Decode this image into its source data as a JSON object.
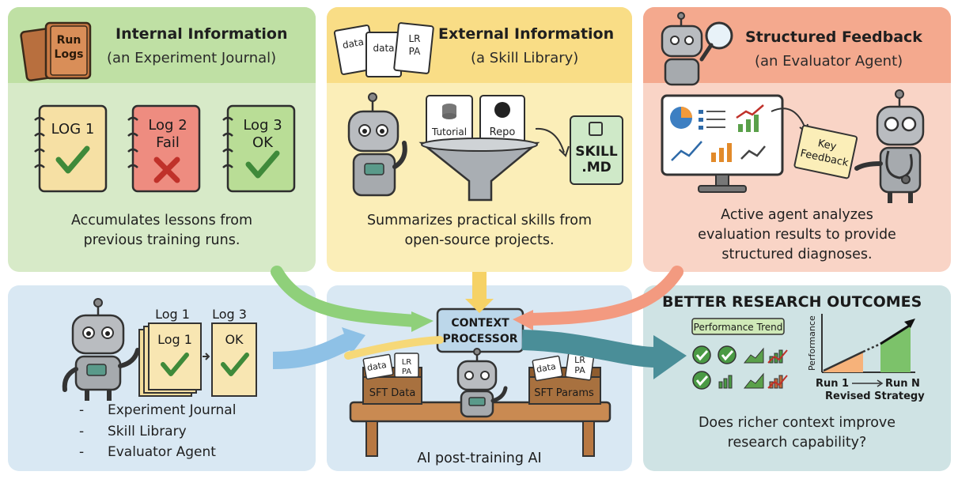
{
  "panels": {
    "internal": {
      "title": "Internal Information",
      "subtitle": "(an Experiment Journal)",
      "book_label_1": "Run",
      "book_label_2": "Logs",
      "logs": [
        {
          "line1": "LOG 1",
          "line2": ""
        },
        {
          "line1": "Log 2",
          "line2": "Fail"
        },
        {
          "line1": "Log 3",
          "line2": "OK"
        }
      ],
      "description_1": "Accumulates lessons from",
      "description_2": "previous training runs."
    },
    "external": {
      "title": "External Information",
      "subtitle": "(a Skill Library)",
      "papers": [
        "data",
        "data",
        "LR",
        "PA"
      ],
      "docs": [
        "Tutorial",
        "Repo"
      ],
      "skill_line1": "SKILL",
      "skill_line2": ".MD",
      "description_1": "Summarizes practical skills from",
      "description_2": "open-source projects."
    },
    "feedback": {
      "title": "Structured Feedback",
      "subtitle": "(an Evaluator Agent)",
      "note_line1": "Key",
      "note_line2": "Feedback",
      "description_1": "Active agent analyzes",
      "description_2": "evaluation results to provide",
      "description_3": "structured diagnoses."
    },
    "agent": {
      "log_a_label": "Log 1",
      "log_b_label": "Log 3",
      "log_a_inner": "Log 1",
      "log_b_inner": "OK",
      "bullets": [
        "Experiment Journal",
        "Skill Library",
        "Evaluator Agent"
      ]
    },
    "processor": {
      "box_line1": "CONTEXT",
      "box_line2": "PROCESSOR",
      "box_left": "SFT Data",
      "box_right": "SFT Params",
      "paper_left": "data",
      "paper_right_1": "LR",
      "paper_right_2": "PA",
      "paper_right_3": "data",
      "caption": "AI post-training AI"
    },
    "outcomes": {
      "title": "BETTER RESEARCH OUTCOMES",
      "trend_label": "Performance Trend",
      "axis_y": "Performance",
      "axis_x_start": "Run 1",
      "axis_x_end": "Run N",
      "axis_caption": "Revised Strategy",
      "question_1": "Does richer context improve",
      "question_2": "research capability?"
    }
  },
  "colors": {
    "green_panel": "#d7eac8",
    "green_header": "#bfe0a4",
    "yellow_panel": "#fbeeb8",
    "yellow_header": "#f9dd86",
    "red_panel": "#f9d4c6",
    "red_header": "#f4a98e",
    "blue_panel": "#d9e8f3",
    "teal_panel": "#cfe3e4"
  }
}
